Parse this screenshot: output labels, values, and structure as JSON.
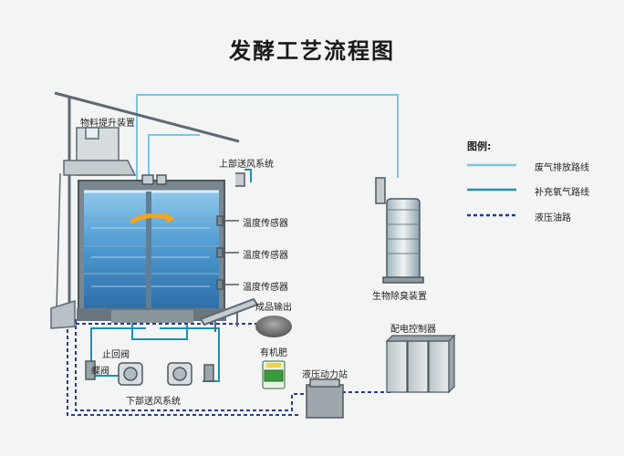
{
  "title": "发酵工艺流程图",
  "labels": {
    "lift": "物料提升装置",
    "upper_air": "上部送风系统",
    "sensor1": "温度传感器",
    "sensor2": "温度传感器",
    "sensor3": "温度传感器",
    "product_out": "成品输出",
    "fertilizer": "有机肥",
    "check_valve": "止回阀",
    "butterfly_valve": "蝶阀",
    "lower_air": "下部送风系统",
    "hydraulic": "液压动力站",
    "cabinet": "配电控制器",
    "deodor": "生物除臭装置"
  },
  "legend": {
    "title": "图例:",
    "items": [
      {
        "label": "废气排放路线",
        "color": "#7cc4e4",
        "style": "solid"
      },
      {
        "label": "补充氧气路线",
        "color": "#1c8fb5",
        "style": "solid"
      },
      {
        "label": "液压油路",
        "color": "#2a3a8c",
        "style": "dashed"
      }
    ]
  },
  "colors": {
    "exhaust": "#7cc4e4",
    "oxygen": "#1c8fb5",
    "hydraulic": "#2a3a8c",
    "tank_water": "#3f8fc7",
    "structure": "#5d6a73"
  }
}
